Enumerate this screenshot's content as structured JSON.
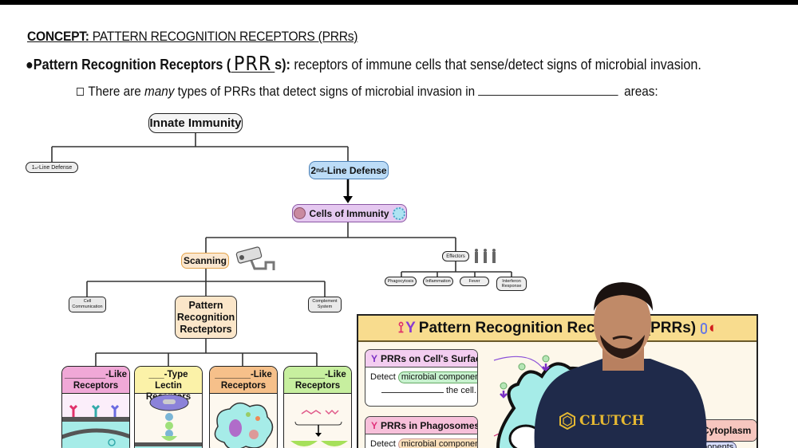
{
  "header": {
    "concept_label": "CONCEPT:",
    "concept_title": " PATTERN RECOGNITION RECEPTORS (PRRs)",
    "definition_term": "Pattern Recognition Receptors (",
    "definition_handwritten": "PRR",
    "definition_term_end": "s):",
    "definition_text": " receptors of immune cells that sense/detect signs of microbial invasion.",
    "bullet_prefix": "There are ",
    "bullet_italic": "many",
    "bullet_mid": " types of PRRs that detect signs of microbial invasion in",
    "bullet_suffix": " areas:"
  },
  "tree": {
    "root": "Innate Immunity",
    "first_line": "1st-Line Defense",
    "second_line": "2nd-Line Defense",
    "cells": "Cells of Immunity",
    "scanning": "Scanning",
    "effectors": "Effectors",
    "effector_children": [
      "Phagocytosis",
      "Inflammation",
      "Fever",
      "Interferon Response"
    ],
    "cell_communication": "Cell Communication",
    "complement_system": "Complement System",
    "prr": "Pattern Recognition Recteptors",
    "receptor_cards": [
      {
        "title_line1": "________-Like",
        "title_line2": "Receptors",
        "color": "#f0a8d7"
      },
      {
        "title_line1": "___-Type Lectin",
        "title_line2": "Receptors",
        "color": "#fbf2a8"
      },
      {
        "title_line1": "_______-Like",
        "title_line2": "Receptors",
        "color": "#f6c08a"
      },
      {
        "title_line1": "_______-Like",
        "title_line2": "Receptors",
        "color": "#c7ef9f"
      }
    ]
  },
  "panel": {
    "title": "Pattern Recognition Receptors (PRRs)",
    "surface": {
      "heading": "PRRs on Cell's Surface",
      "detect": "Detect",
      "pill": "microbial components",
      "tail": "the cell."
    },
    "phagosomes": {
      "heading": "PRRs in Phagosomes",
      "detect": "Detect",
      "pill": "microbial components"
    },
    "cytoplasm": {
      "heading": "Cytoplasm",
      "pill_partial": "mponents"
    }
  },
  "presenter": {
    "shirt_text": "CLUTCH"
  }
}
